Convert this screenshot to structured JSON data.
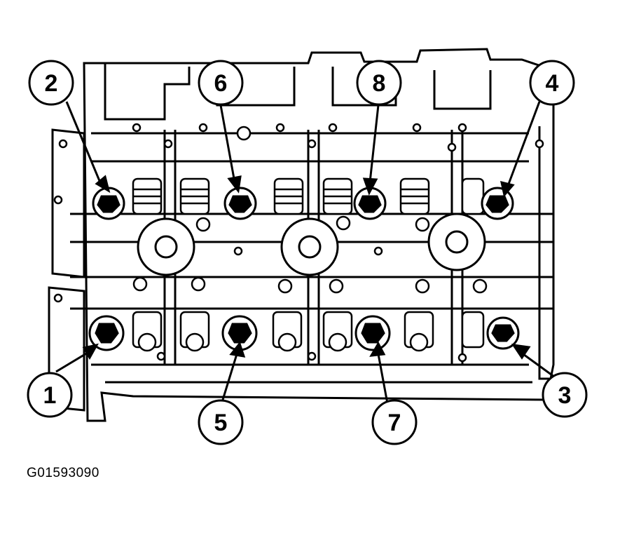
{
  "figure": {
    "code": "G01593090"
  },
  "callouts": [
    {
      "id": "c1",
      "label": "1"
    },
    {
      "id": "c2",
      "label": "2"
    },
    {
      "id": "c3",
      "label": "3"
    },
    {
      "id": "c4",
      "label": "4"
    },
    {
      "id": "c5",
      "label": "5"
    },
    {
      "id": "c6",
      "label": "6"
    },
    {
      "id": "c7",
      "label": "7"
    },
    {
      "id": "c8",
      "label": "8"
    }
  ],
  "colors": {
    "ink": "#000000",
    "paper": "#ffffff"
  }
}
